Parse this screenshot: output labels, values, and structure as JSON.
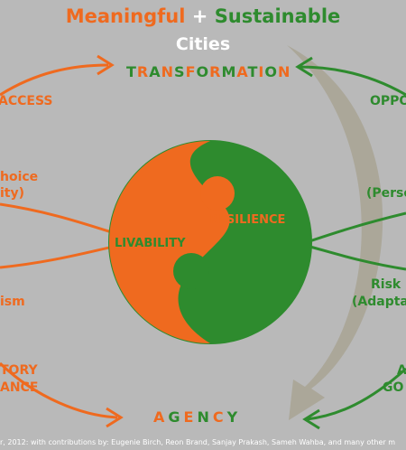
{
  "title": {
    "meaningful": "Meaningful",
    "plus": "+",
    "sustainable": "Sustainable",
    "cities": "Cities"
  },
  "top_label": {
    "prefix": "T",
    "r": "R",
    "a": "A",
    "n": "N",
    "s": "S",
    "f": "F",
    "o": "O",
    "rm": "R",
    "m": "M",
    "a2": "A",
    "t": "T",
    "i": "I",
    "o2": "O",
    "n2": "N"
  },
  "transformation": "TRANSFORMATION",
  "agency": "AGENCY",
  "yin_yang": {
    "left": "LIVABILITY",
    "right": "RESILIENCE"
  },
  "left_labels": [
    "ACCESS",
    "hoice",
    "ity)",
    "ism",
    "TORY",
    "ANCE"
  ],
  "right_labels": [
    "OPPO",
    "(Perso",
    "Risk",
    "(Adapta",
    "A",
    "GO"
  ],
  "caption": "r, 2012: with contributions by: Eugenie Birch, Reon Brand, Sanjay Prakash, Sameh Wahba, and many other m",
  "colors": {
    "orange": "#ef6a1f",
    "green": "#2e8b2e",
    "background": "#b9b9b9"
  }
}
